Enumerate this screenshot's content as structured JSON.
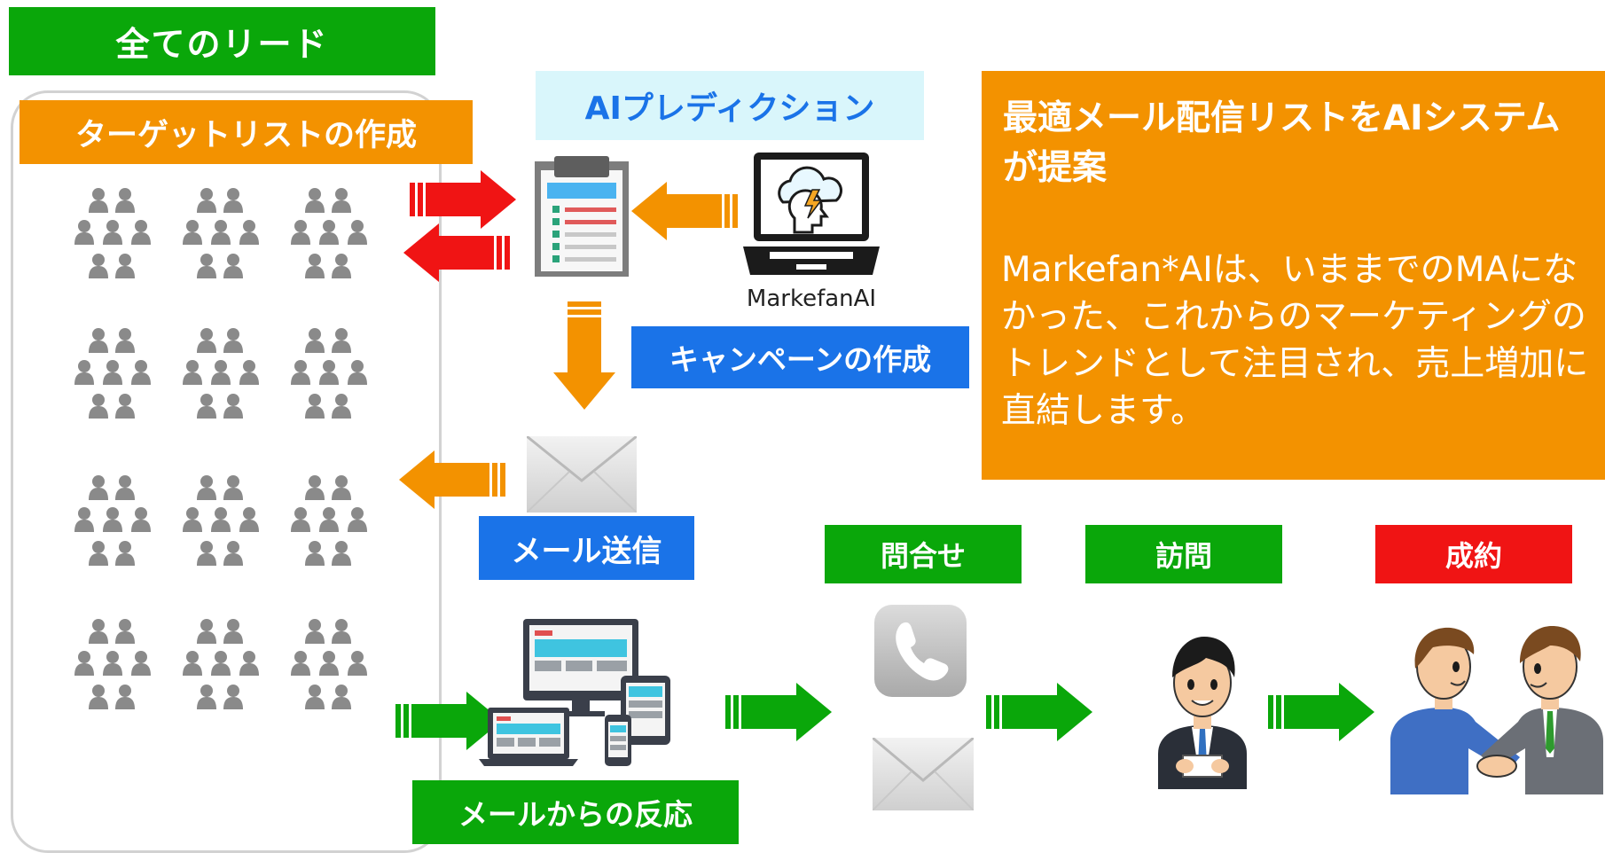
{
  "labels": {
    "all_leads": "全てのリード",
    "target_list": "ターゲットリストの作成",
    "ai_prediction": "AIプレディクション",
    "markefan_ai": "MarkefanAI",
    "campaign": "キャンペーンの作成",
    "mail_send": "メール送信",
    "mail_response": "メールからの反応",
    "inquiry": "問合せ",
    "visit": "訪問",
    "contract": "成約"
  },
  "panel": {
    "title": "最適メール配信リストをAIシステムが提案",
    "body": "Markefan*AIは、いままでのMAになかった、これからのマーケティングのトレンドとして注目され、売上増加に直結します。"
  },
  "icons": [
    "people-group-icon",
    "clipboard-list-icon",
    "ai-laptop-icon",
    "envelope-icon",
    "devices-icon",
    "phone-icon",
    "businessman-icon",
    "handshake-icon",
    "arrow-icon"
  ],
  "colors": {
    "green": "#0aa70a",
    "orange": "#f39200",
    "blue": "#1a73e8",
    "red": "#f01414",
    "ai_label_bg": "#d9f6fb",
    "ai_label_text": "#1a73e8",
    "people_gray": "#8a8a8a"
  }
}
